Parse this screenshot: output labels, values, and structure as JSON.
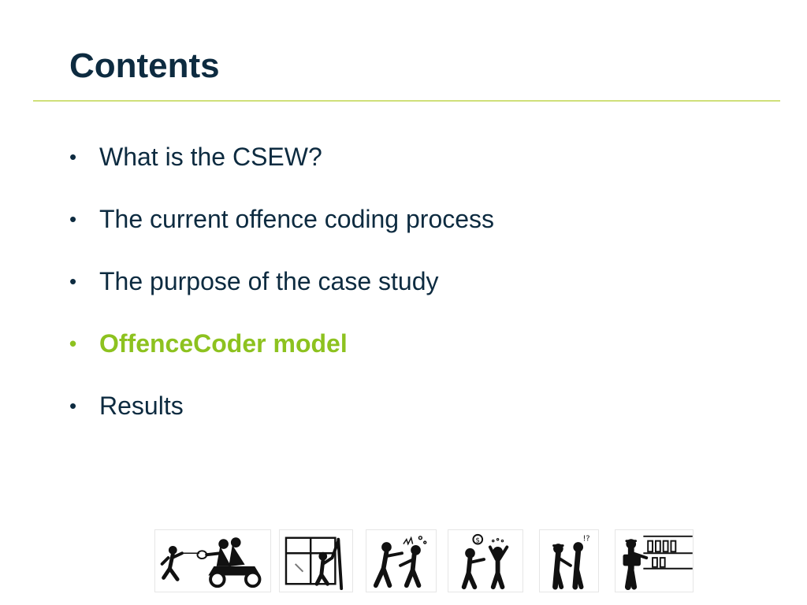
{
  "slide": {
    "title": "Contents"
  },
  "bullets": [
    {
      "text": "What is the CSEW?",
      "active": false
    },
    {
      "text": "The current offence coding process",
      "active": false
    },
    {
      "text": "The purpose of the case study",
      "active": false
    },
    {
      "text": "OffenceCoder model",
      "active": true
    },
    {
      "text": "Results",
      "active": false
    }
  ],
  "colors": {
    "title": "#0d2b40",
    "body": "#0d2b40",
    "accent": "#8dc21f",
    "rule": "#cfe07a"
  },
  "illustrations": [
    {
      "icon": "bag-snatching-motorbike-icon"
    },
    {
      "icon": "burglary-window-icon"
    },
    {
      "icon": "assault-fight-icon"
    },
    {
      "icon": "robbery-threat-icon"
    },
    {
      "icon": "harassment-icon"
    },
    {
      "icon": "shoplifting-icon"
    }
  ]
}
